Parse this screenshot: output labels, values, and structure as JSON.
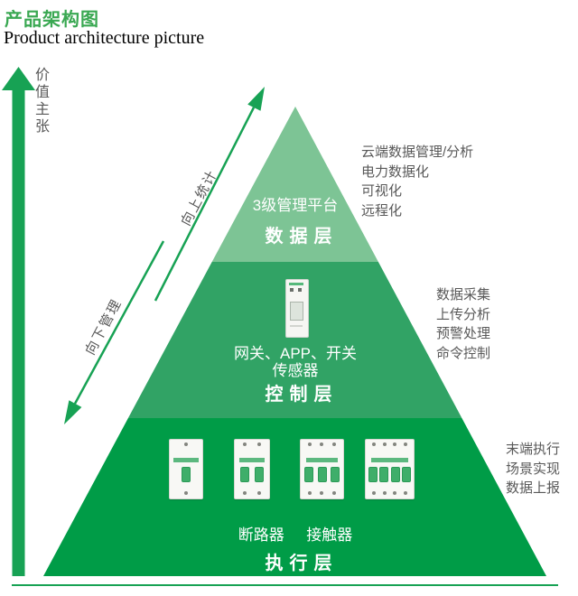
{
  "page": {
    "title": "产品架构图",
    "subtitle": "Product architecture picture"
  },
  "colors": {
    "brand_green": "#3aa852",
    "layer_top": "#7dc495",
    "layer_middle": "#31a365",
    "layer_bottom": "#009c47",
    "arrow_green": "#17a254",
    "annotation_gray": "#595959",
    "layer_text": "#ffffff"
  },
  "value_axis": {
    "label": "价值主张",
    "up_label": "向上统计",
    "down_label": "向下管理"
  },
  "pyramid": {
    "layers": [
      {
        "caption": "3级管理平台",
        "name": "数据层",
        "annotation_lines": [
          "云端数据管理/分析",
          "电力数据化",
          "可视化",
          "远程化"
        ]
      },
      {
        "caption_line1": "网关、APP、开关",
        "caption_line2": "传感器",
        "name": "控制层",
        "annotation_lines": [
          "数据采集",
          "上传分析",
          "预警处理",
          "命令控制"
        ]
      },
      {
        "caption_left": "断路器",
        "caption_right": "接触器",
        "name": "执行层",
        "annotation_lines": [
          "末端执行",
          "场景实现",
          "数据上报"
        ]
      }
    ]
  },
  "images": {
    "gateway": "din-rail-gateway-device",
    "breakers": [
      "1-pole-circuit-breaker",
      "2-pole-circuit-breaker",
      "3-pole-circuit-breaker",
      "4-pole-circuit-breaker"
    ]
  }
}
